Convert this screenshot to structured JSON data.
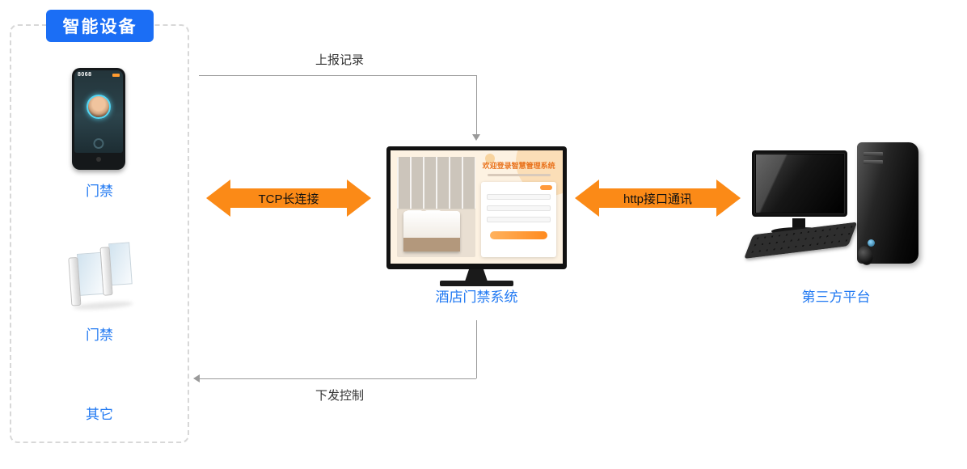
{
  "colors": {
    "accent_blue": "#2179f2",
    "badge_blue": "#1b6ef5",
    "arrow_orange": "#fb8a17",
    "line_gray": "#9a9a9a"
  },
  "device_group": {
    "title": "智能设备",
    "face_device": {
      "model": "8068",
      "label": "门禁"
    },
    "turnstile": {
      "label": "门禁"
    },
    "other_label": "其它"
  },
  "hotel_system": {
    "label": "酒店门禁系统",
    "login_screen": {
      "title": "欢迎登录智慧管理系统"
    }
  },
  "third_party": {
    "label": "第三方平台"
  },
  "flows": {
    "report": {
      "label": "上报记录"
    },
    "tcp": {
      "label": "TCP长连接"
    },
    "http": {
      "label": "http接口通讯"
    },
    "control": {
      "label": "下发控制"
    }
  }
}
